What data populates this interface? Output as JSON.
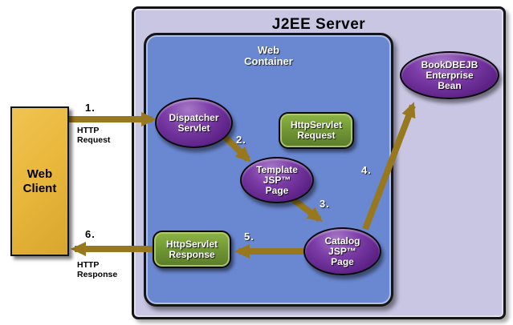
{
  "colors": {
    "server_background": "#c8c6e3",
    "web_container_background": "#6a88d1",
    "node_purple": "#5e2388",
    "object_green": "#6e9334",
    "client_yellow": "#e9b83c",
    "arrow_olive": "#97781f",
    "border_black": "#151515",
    "title_text": "#000000",
    "node_text": "#ffffff"
  },
  "server": {
    "title": "J2EE Server"
  },
  "container": {
    "title_lines": [
      "Web",
      "Container"
    ]
  },
  "client": {
    "label_lines": [
      "Web",
      "Client"
    ]
  },
  "nodes": {
    "dispatcher": {
      "label_lines": [
        "Dispatcher",
        "Servlet"
      ]
    },
    "template": {
      "label_lines": [
        "Template",
        "JSP™",
        "Page"
      ]
    },
    "catalog": {
      "label_lines": [
        "Catalog",
        "JSP™",
        "Page"
      ]
    },
    "bean": {
      "label_lines": [
        "BookDBEJB",
        "Enterprise",
        "Bean"
      ]
    }
  },
  "objects": {
    "request": {
      "label_lines": [
        "HttpServlet",
        "Request"
      ]
    },
    "response": {
      "label_lines": [
        "HttpServlet",
        "Response"
      ]
    }
  },
  "steps": {
    "s1": {
      "number": "1.",
      "caption_lines": [
        "HTTP",
        "Request"
      ]
    },
    "s2": {
      "number": "2."
    },
    "s3": {
      "number": "3."
    },
    "s4": {
      "number": "4."
    },
    "s5": {
      "number": "5."
    },
    "s6": {
      "number": "6.",
      "caption_lines": [
        "HTTP",
        "Response"
      ]
    }
  }
}
